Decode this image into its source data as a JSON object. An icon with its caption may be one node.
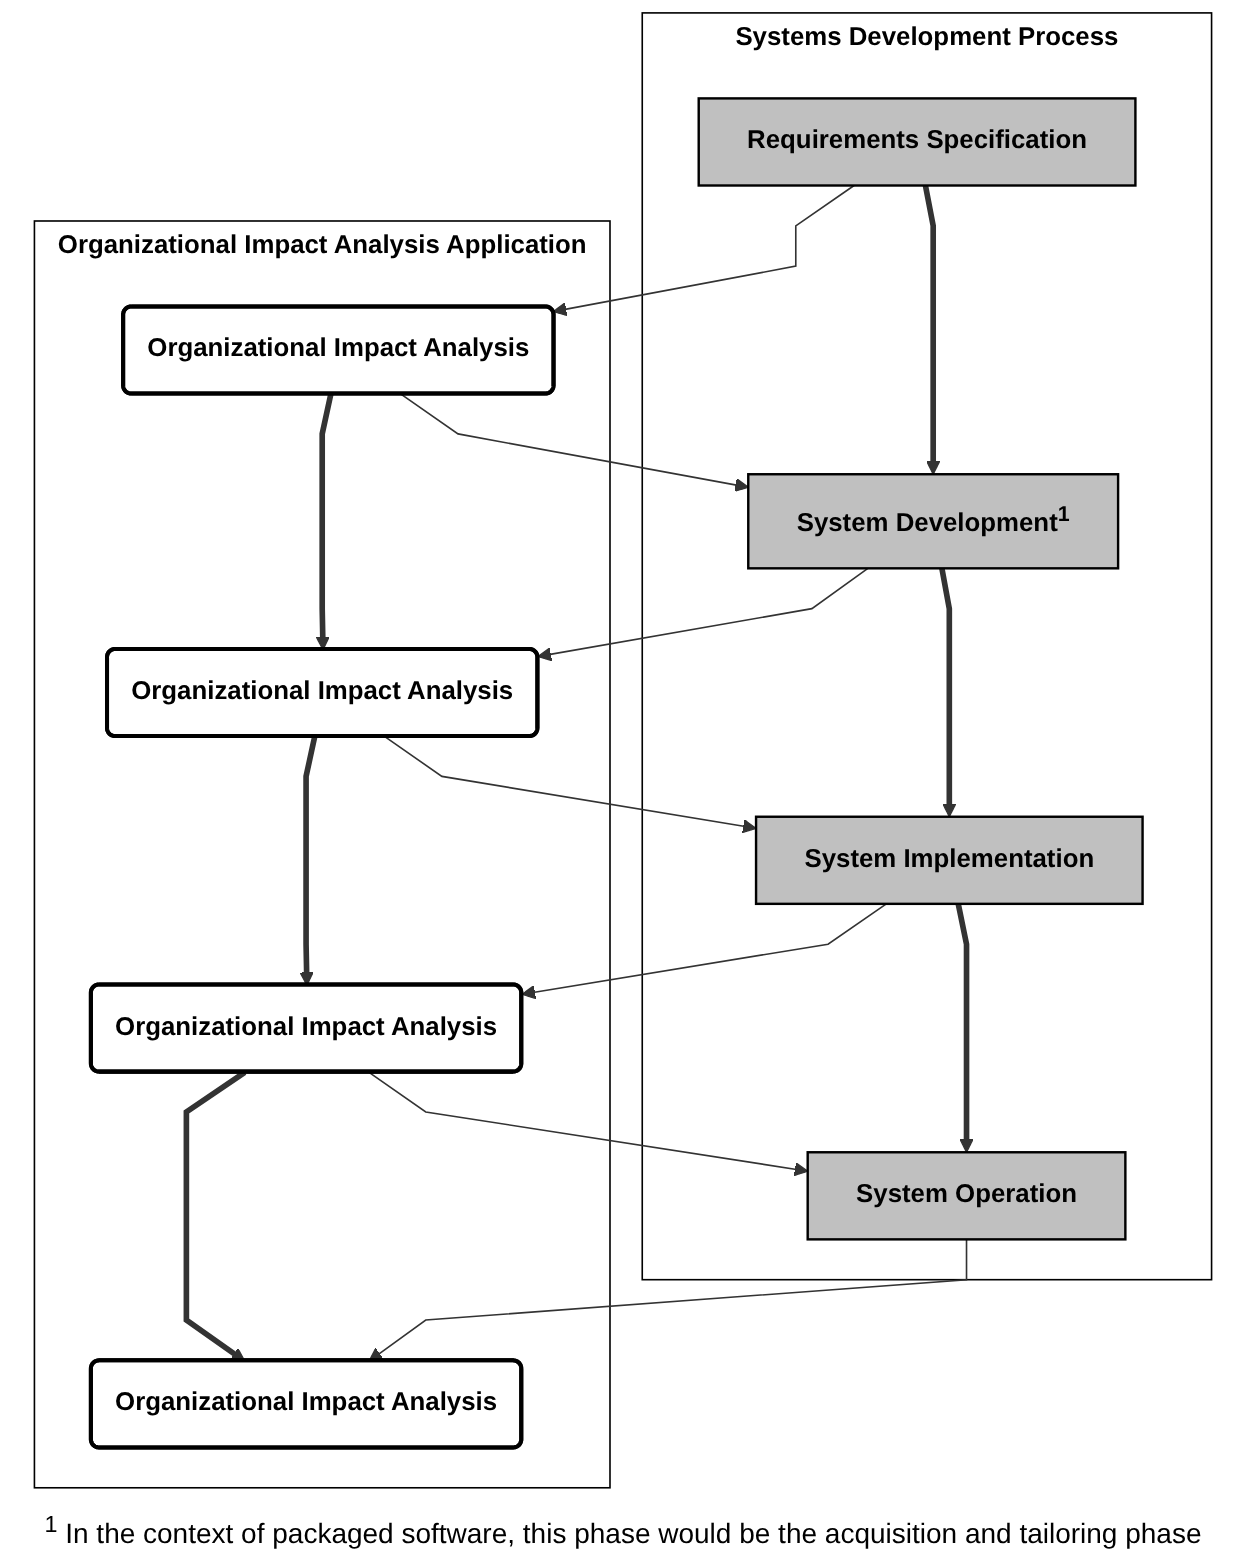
{
  "diagram": {
    "nodes": [
      {
        "text": [
          "Systems Development Process"
        ]
      },
      {
        "text": [
          "Requirements Specification"
        ],
        "in": 0
      },
      {
        "text": [
          "System Development$^{1}$"
        ],
        "in": 0
      },
      {
        "text": [
          "System Implementation"
        ],
        "in": 0
      },
      {
        "text": [
          "System Operation"
        ],
        "in": 0
      },
      {
        "text": [
          "Organizational Impact Analysis Application"
        ]
      },
      {
        "text": [
          "Organizational Impact Analysis"
        ],
        "in": 5
      },
      {
        "text": [
          "Organizational Impact Analysis"
        ],
        "in": 5
      },
      {
        "text": [
          "Organizational Impact Analysis"
        ],
        "in": 5
      },
      {
        "text": [
          "Organizational Impact Analysis"
        ],
        "in": 5
      }
    ],
    "edges": [
      {
        "from": 1,
        "to": 6,
        "arrow": "to"
      },
      {
        "from": 1,
        "to": 2,
        "arrow": "to",
        "style": "thick"
      },
      {
        "from": 6,
        "to": 7,
        "arrow": "to",
        "style": "thick"
      },
      {
        "from": 6,
        "to": 2,
        "arrow": "to"
      },
      {
        "from": 2,
        "to": 7,
        "arrow": "to"
      },
      {
        "from": 2,
        "to": 3,
        "arrow": "to",
        "style": "thick"
      },
      {
        "from": 7,
        "to": 8,
        "arrow": "to",
        "style": "thick"
      },
      {
        "from": 7,
        "to": 3,
        "arrow": "to"
      },
      {
        "from": 3,
        "to": 8,
        "arrow": "to"
      },
      {
        "from": 3,
        "to": 4,
        "arrow": "to",
        "style": "thick"
      },
      {
        "from": 8,
        "to": 9,
        "arrow": "to",
        "style": "thick"
      },
      {
        "from": 8,
        "to": 4,
        "arrow": "to"
      },
      {
        "from": 4,
        "to": 9,
        "arrow": "to"
      }
    ],
    "labels": [
      "$^{1}$ In the context of packaged software, this phase would be the acquisition and tailoring phase"
    ]
  }
}
